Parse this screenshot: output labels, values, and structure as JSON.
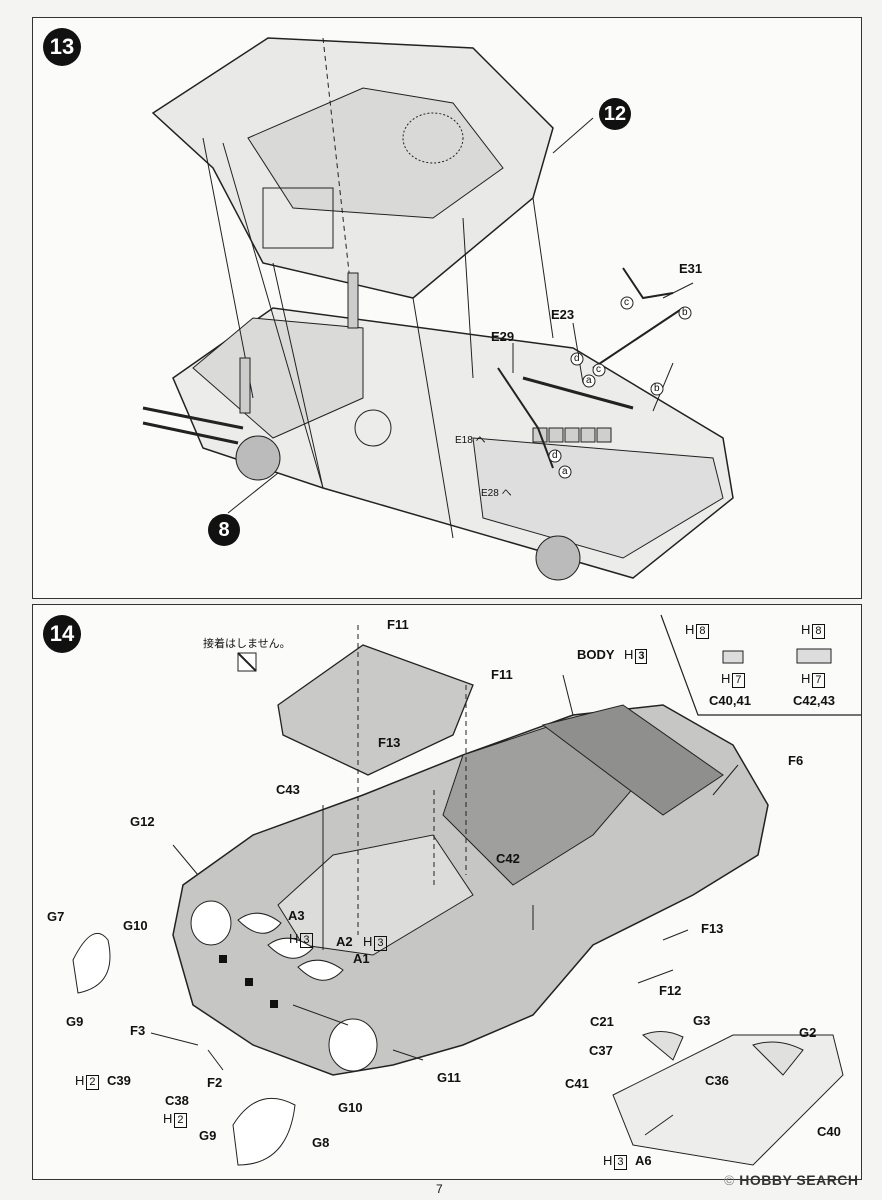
{
  "page": {
    "number": "7"
  },
  "step13": {
    "step_number": "13",
    "ref_12": "12",
    "ref_8": "8",
    "parts": [
      "E31",
      "E29",
      "E23"
    ],
    "notes": [
      "E18 へ",
      "E28 へ"
    ],
    "alignment_marks": [
      "a",
      "b",
      "c",
      "d"
    ]
  },
  "step14": {
    "step_number": "14",
    "note_no_glue": "接着はしません。",
    "body_label": "BODY",
    "body_sprue": "3",
    "inset": {
      "left": {
        "top_sprue": "8",
        "bottom_sprue": "7",
        "parts": "C40,41"
      },
      "right": {
        "top_sprue": "8",
        "bottom_sprue": "7",
        "parts": "C42,43"
      }
    },
    "parts": {
      "f11a": "F11",
      "f11b": "F11",
      "f13a": "F13",
      "f13b": "F13",
      "c43": "C43",
      "c42": "C42",
      "g12": "G12",
      "f6": "F6",
      "g7": "G7",
      "g10a": "G10",
      "g10b": "G10",
      "a3": "A3",
      "a2": "A2",
      "a1": "A1",
      "g9a": "G9",
      "g9b": "G9",
      "f3": "F3",
      "c39": "C39",
      "c38": "C38",
      "f2": "F2",
      "g8": "G8",
      "g11": "G11",
      "c21": "C21",
      "f12": "F12",
      "g3": "G3",
      "g2": "G2",
      "c37": "C37",
      "c36": "C36",
      "c41": "C41",
      "c40": "C40",
      "a6": "A6"
    },
    "sprues": {
      "h": "H",
      "n3": "3",
      "n2": "2"
    }
  },
  "watermark": {
    "brand": "HOBBY SEARCH",
    "symbol": "©"
  }
}
